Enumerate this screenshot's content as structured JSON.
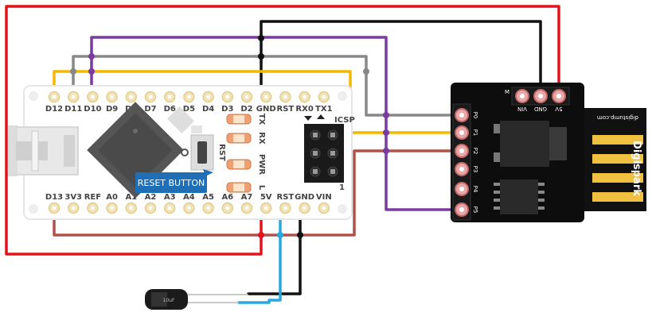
{
  "nano": {
    "top_pins": [
      "D12",
      "D11",
      "D10",
      "D9",
      "D8",
      "D7",
      "D6",
      "D5",
      "D4",
      "D3",
      "D2",
      "GND",
      "RST",
      "RX0",
      "TX1"
    ],
    "bottom_pins": [
      "D13",
      "3V3",
      "REF",
      "A0",
      "A1",
      "A2",
      "A3",
      "A4",
      "A5",
      "A6",
      "A7",
      "5V",
      "RST",
      "GND",
      "VIN"
    ],
    "leds": [
      "TX",
      "RX",
      "RST",
      "PWR",
      "L"
    ],
    "icsp_label": "ICSP",
    "icsp_number": "1",
    "reset_label": "RESET BUTTON"
  },
  "digispark": {
    "pins": [
      "P0",
      "P1",
      "P2",
      "P3",
      "P4",
      "P5"
    ],
    "power_pins": [
      "VIN",
      "GND",
      "5V"
    ],
    "brand": "Digispark",
    "site": "digistump.com",
    "corner_mark": "M"
  },
  "wire_colors": {
    "red": "#e0141c",
    "black": "#111111",
    "purple": "#7b3aa0",
    "gray": "#888888",
    "yellow": "#f3b800",
    "brown": "#b0524a",
    "blue": "#29a8e0"
  },
  "capacitor": {
    "label": "10uF"
  }
}
